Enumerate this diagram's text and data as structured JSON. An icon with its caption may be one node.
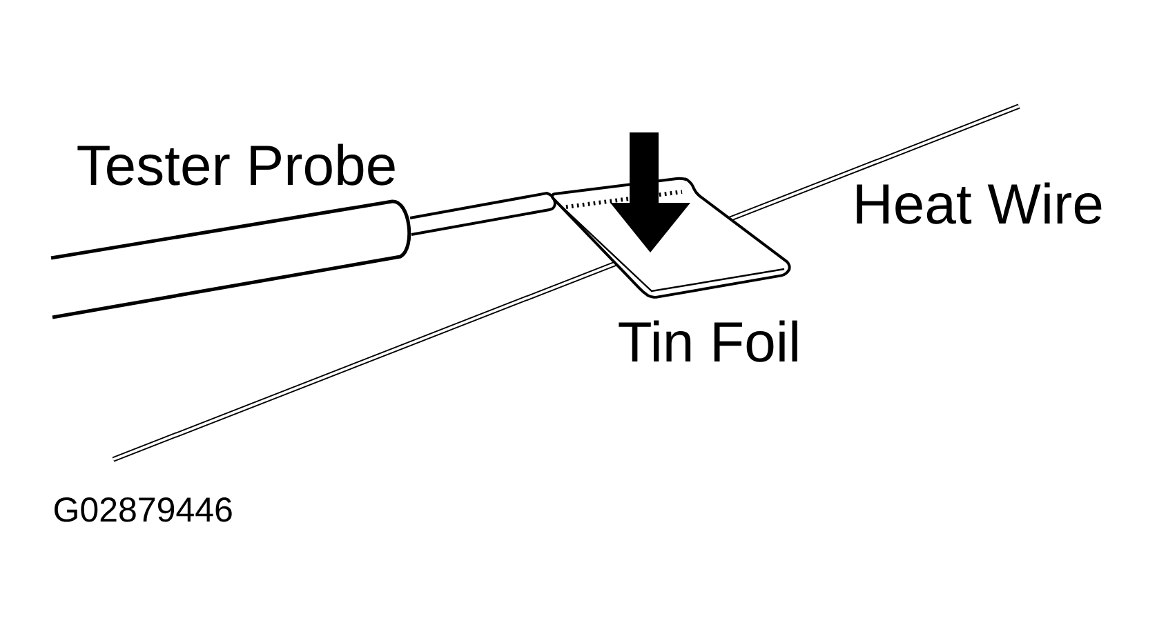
{
  "diagram": {
    "labels": [
      "Tester Probe",
      "Heat Wire",
      "Tin Foil",
      "G02879446"
    ]
  }
}
